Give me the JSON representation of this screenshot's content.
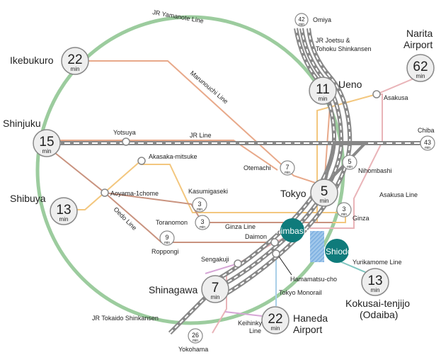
{
  "lines": {
    "yamanote": "JR Yamanote Line",
    "joetsu": [
      "JR Joetsu &",
      "Tohoku Shinkansen"
    ],
    "marunouchi": "Marunouchi Line",
    "jr_line": "JR Line",
    "oedo": "Oedo Line",
    "ginza": "Ginza Line",
    "asakusa": "Asakusa Line",
    "yurikamome": "Yurikamome Line",
    "monorail": "Tokyo Monorail",
    "tokaido": "JR Tokaido Shinkansen",
    "keihinkyuko": [
      "Keihinkyuko",
      "Line"
    ]
  },
  "unit": "min",
  "hubs": {
    "ikebukuro": {
      "name": "Ikebukuro",
      "minutes": "22"
    },
    "shinjuku": {
      "name": "Shinjuku",
      "minutes": "15"
    },
    "shibuya": {
      "name": "Shibuya",
      "minutes": "13"
    },
    "ueno": {
      "name": "Ueno",
      "minutes": "11"
    },
    "tokyo": {
      "name": "Tokyo",
      "minutes": "5"
    },
    "shinagawa": {
      "name": "Shinagawa",
      "minutes": "7"
    },
    "narita": {
      "name": [
        "Narita",
        "Airport"
      ],
      "minutes": "62"
    },
    "odaiba": {
      "name": [
        "Kokusai-tenjijo",
        "(Odaiba)"
      ],
      "minutes": "13"
    },
    "haneda": {
      "name": [
        "Haneda",
        "Airport"
      ],
      "minutes": "22"
    }
  },
  "small_badges": {
    "omiya": {
      "name": "Omiya",
      "minutes": "42"
    },
    "chiba": {
      "name": "Chiba",
      "minutes": "43"
    },
    "nihombashi": {
      "name": "Nihombashi",
      "minutes": "5"
    },
    "otemachi": {
      "name": "Otemachi",
      "minutes": "7"
    },
    "kasumigaseki": {
      "name": "Kasumigaseki",
      "minutes": "3"
    },
    "toranomon": {
      "name": "Toranomon",
      "minutes": "3"
    },
    "ginza": {
      "name": "Ginza",
      "minutes": "3"
    },
    "roppongi": {
      "name": "Roppongi",
      "minutes": "9"
    },
    "yokohama": {
      "name": "Yokohama",
      "minutes": "26"
    }
  },
  "stations": {
    "yotsuya": "Yotsuya",
    "akasaka": "Akasaka-mitsuke",
    "aoyama": "Aoyama-1chome",
    "asakusa": "Asakusa",
    "daimon": "Daimon",
    "sengakuji": "Sengakuji",
    "hamamatsucho": "Hamamatsu-cho"
  },
  "highlights": {
    "shimbashi": "Shimbashi",
    "shiodome": "Shiodome"
  },
  "colors": {
    "yamanote": "#9ccc9e",
    "marunouchi": "#e8a98a",
    "ginza": "#f3c77f",
    "oedo": "#c9937f",
    "asakusa": "#e9b4b8",
    "yurikamome": "#7fc6c0",
    "monorail": "#a9cfe8",
    "keihinkyuko": "#d6a6d6",
    "teal": "#0f7b7b"
  }
}
